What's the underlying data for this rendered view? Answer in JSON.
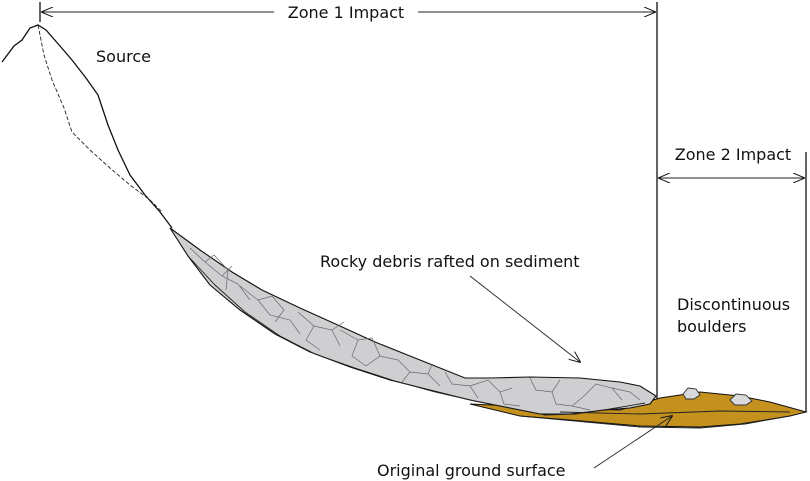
{
  "labels": {
    "zone1": "Zone 1 Impact",
    "zone2": "Zone 2 Impact",
    "source": "Source",
    "debris": "Rocky debris rafted on sediment",
    "boulders_line1": "Discontinuous",
    "boulders_line2": "boulders",
    "ground": "Original ground surface"
  },
  "colors": {
    "debris_fill": "#cfcfd1",
    "sediment_fill": "#c4901e",
    "line": "#111111"
  }
}
